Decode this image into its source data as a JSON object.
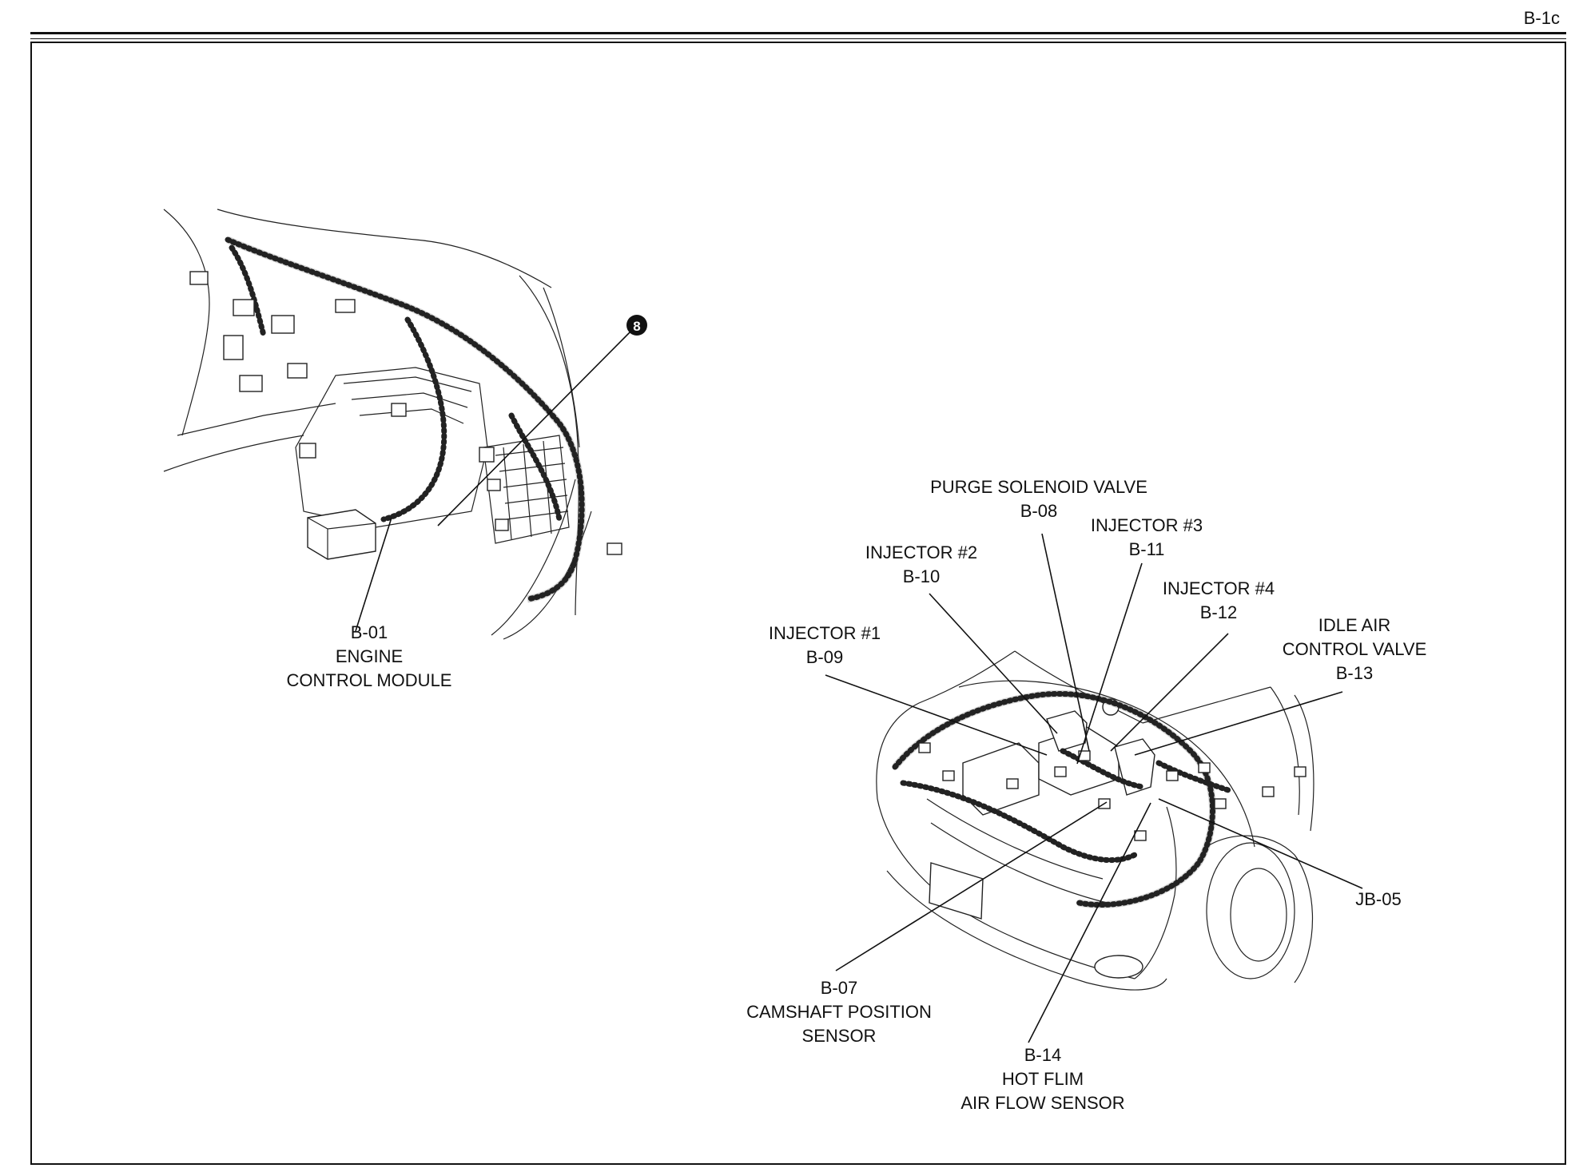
{
  "page_id": "B-1c",
  "callout_badge": "8",
  "labels": {
    "b01": [
      "B-01",
      "ENGINE",
      "CONTROL MODULE"
    ],
    "b08": [
      "PURGE SOLENOID VALVE",
      "B-08"
    ],
    "b11": [
      "INJECTOR #3",
      "B-11"
    ],
    "b10": [
      "INJECTOR #2",
      "B-10"
    ],
    "b12": [
      "INJECTOR #4",
      "B-12"
    ],
    "b09": [
      "INJECTOR #1",
      "B-09"
    ],
    "b13": [
      "IDLE AIR",
      "CONTROL VALVE",
      "B-13"
    ],
    "jb05": [
      "JB-05"
    ],
    "b07": [
      "B-07",
      "CAMSHAFT POSITION",
      "SENSOR"
    ],
    "b14": [
      "B-14",
      "HOT FLIM",
      "AIR FLOW SENSOR"
    ]
  }
}
